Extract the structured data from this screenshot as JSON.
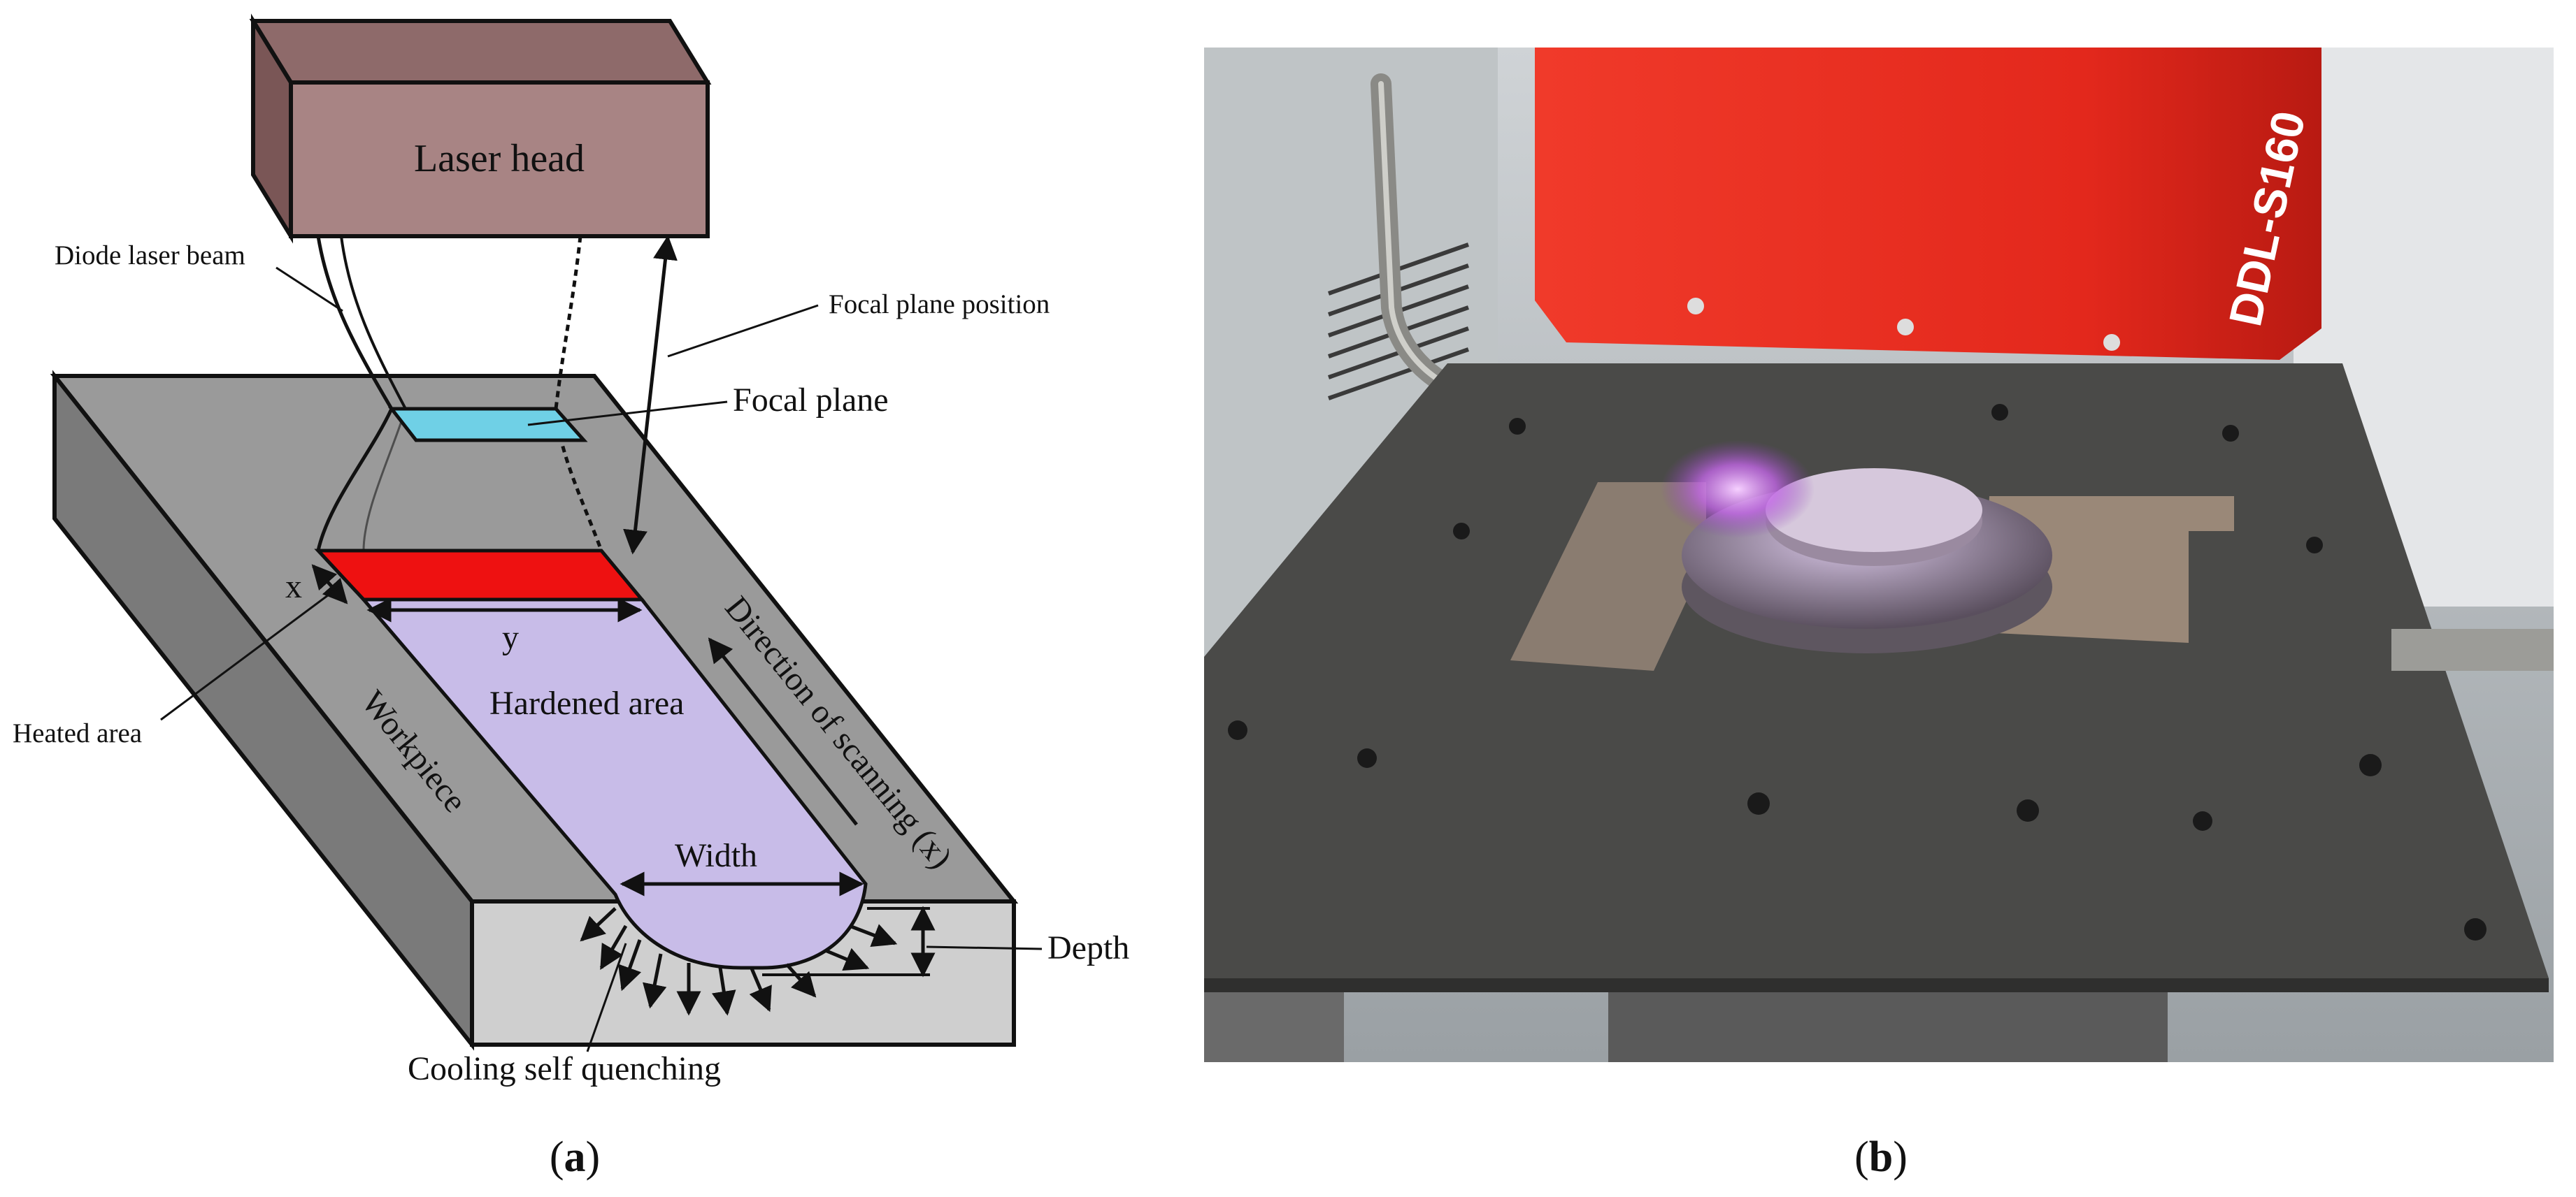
{
  "panel_a": {
    "laser_head": "Laser head",
    "diode_laser_beam": "Diode laser beam",
    "focal_plane_position": "Focal plane position",
    "focal_plane": "Focal plane",
    "x_label": "x",
    "y_label": "y",
    "heated_area": "Heated area",
    "hardened_area": "Hardened area",
    "workpiece": "Workpiece",
    "direction_of_scanning": "Direction of scanning (x)",
    "width": "Width",
    "depth": "Depth",
    "cooling": "Cooling self quenching",
    "caption_open": "(",
    "caption_letter": "a",
    "caption_close": ")"
  },
  "panel_b": {
    "machine_label": "DDL-S160",
    "caption_open": "(",
    "caption_letter": "b",
    "caption_close": ")"
  },
  "colors": {
    "laser_head_face": "#a88484",
    "laser_head_top": "#8e6a6a",
    "focal_plane": "#6fd0e6",
    "heated_area": "#ee1111",
    "hardened_area": "#c8bce8",
    "workpiece_top": "#9a9a9a",
    "workpiece_side": "#7a7a7a",
    "workpiece_front": "#cfcfcf",
    "machine_red": "#e8261e",
    "plate": "#4a4a48"
  }
}
